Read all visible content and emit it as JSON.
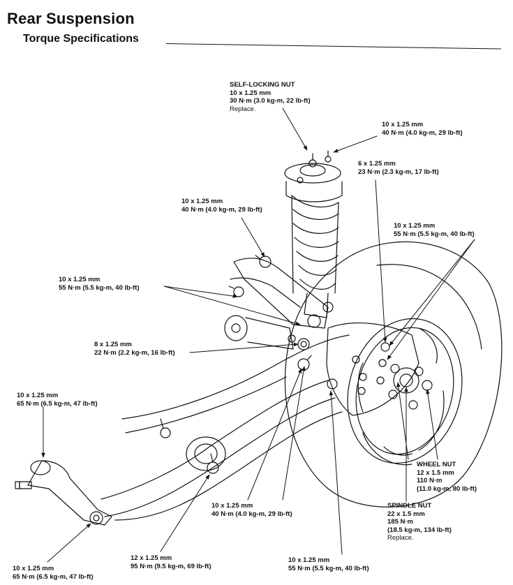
{
  "header": {
    "title": "Rear Suspension",
    "subtitle": "Torque Specifications"
  },
  "callouts": [
    {
      "id": "self-locking-nut",
      "lines": [
        "SELF-LOCKING NUT",
        "10 x 1.25 mm",
        "30 N·m (3.0 kg-m, 22 lb-ft)"
      ],
      "note": "Replace."
    },
    {
      "id": "shock-mount-nut",
      "lines": [
        "10 x 1.25 mm",
        "40 N·m (4.0 kg-m, 29 lb-ft)"
      ]
    },
    {
      "id": "damper-bolt-6mm",
      "lines": [
        "6 x 1.25 mm",
        "23 N·m (2.3 kg-m, 17 lb-ft)"
      ]
    },
    {
      "id": "upper-arm-bolt",
      "lines": [
        "10 x 1.25 mm",
        "40 N·m (4.0 kg-m, 29 lb-ft)"
      ]
    },
    {
      "id": "knuckle-bolt-right",
      "lines": [
        "10 x 1.25 mm",
        "55 N·m (5.5 kg-m, 40 lb-ft)"
      ]
    },
    {
      "id": "upper-arm-mount-bolts",
      "lines": [
        "10 x 1.25 mm",
        "55 N·m (5.5 kg-m, 40 lb-ft)"
      ]
    },
    {
      "id": "damper-fork-bolt-8mm",
      "lines": [
        "8 x 1.25 mm",
        "22 N·m (2.2 kg-m, 16 lb-ft)"
      ]
    },
    {
      "id": "trailing-arm-end-nut",
      "lines": [
        "10 x 1.25 mm",
        "65 N·m (6.5 kg-m, 47 lb-ft)"
      ]
    },
    {
      "id": "wheel-nut",
      "lines": [
        "WHEEL NUT",
        "12 x 1.5 mm",
        "110 N·m",
        "(11.0 kg-m, 80 lb-ft)"
      ]
    },
    {
      "id": "spindle-nut",
      "lines": [
        "SPINDLE NUT",
        "22 x 1.5 mm",
        "185 N·m",
        "(18.5 kg-m, 134 lb-ft)"
      ],
      "note": "Replace."
    },
    {
      "id": "lower-arm-bolt",
      "lines": [
        "10 x 1.25 mm",
        "40 N·m (4.0 kg-m, 29 lb-ft)"
      ]
    },
    {
      "id": "trailing-arm-bushing-bolt",
      "lines": [
        "10 x 1.25 mm",
        "65 N·m (6.5 kg-m, 47 lb-ft)"
      ]
    },
    {
      "id": "compensator-arm-bolt",
      "lines": [
        "12 x 1.25 mm",
        "95 N·m (9.5 kg-m, 69 lb-ft)"
      ]
    },
    {
      "id": "knuckle-bolt-bottom",
      "lines": [
        "10 x 1.25 mm",
        "55 N·m (5.5 kg-m, 40 lb-ft)"
      ]
    }
  ]
}
